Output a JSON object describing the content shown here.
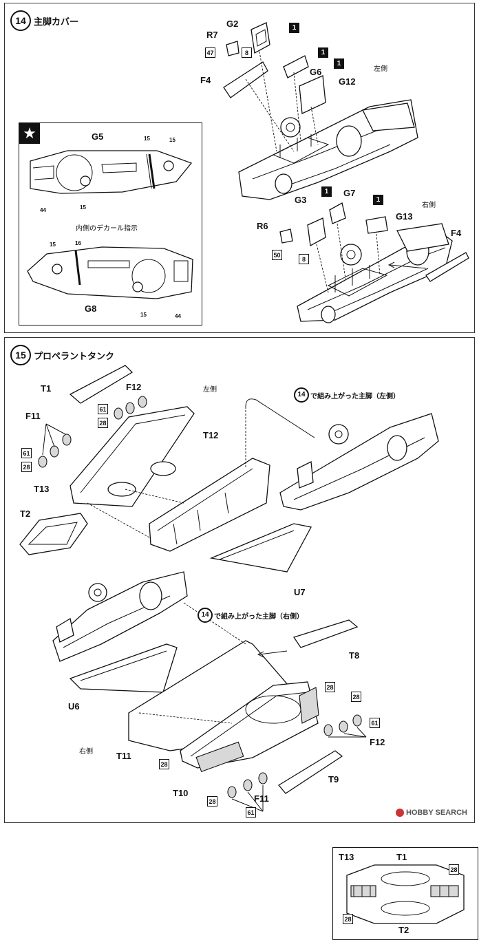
{
  "step14": {
    "number": "14",
    "title": "主脚カバー",
    "side_left": "左側",
    "side_right": "右側",
    "labels": {
      "G2": "G2",
      "R7": "R7",
      "F4_top": "F4",
      "G6": "G6",
      "G12": "G12",
      "G3": "G3",
      "G7": "G7",
      "G13": "G13",
      "R6": "R6",
      "F4_bottom": "F4"
    },
    "callouts": {
      "c1a": "1",
      "c1b": "1",
      "c1c": "1",
      "c1d": "1",
      "c1e": "1"
    },
    "decals": {
      "d47": "47",
      "d8a": "8",
      "d50": "50",
      "d8b": "8"
    },
    "star_panel": {
      "star": "★",
      "G5": "G5",
      "G8": "G8",
      "note": "内側のデカール指示",
      "n15a": "15",
      "n15b": "15",
      "n15c": "15",
      "n44a": "44",
      "n15d": "15",
      "n16": "16",
      "n15e": "15",
      "n44b": "44"
    }
  },
  "step15": {
    "number": "15",
    "title": "プロペラントタンク",
    "side_left": "左側",
    "side_right": "右側",
    "labels": {
      "T1": "T1",
      "F12_top": "F12",
      "F11_top": "F11",
      "T13": "T13",
      "T2": "T2",
      "T12": "T12",
      "U7": "U7",
      "U6": "U6",
      "T11": "T11",
      "T10": "T10",
      "F11_bottom": "F11",
      "T8": "T8",
      "F12_bottom": "F12",
      "T9": "T9"
    },
    "ref_left": "で組み上がった主脚（左側）",
    "ref_right": "で組み上がった主脚（右側）",
    "ref_num": "14",
    "decals": {
      "d61a": "61",
      "d28a": "28",
      "d61b": "61",
      "d28b": "28",
      "d28c": "28",
      "d28d": "28",
      "d61c": "61",
      "d28e": "28",
      "d28f": "28",
      "d61d": "61"
    },
    "inset": {
      "T13": "T13",
      "T1": "T1",
      "T2": "T2",
      "d28a": "28",
      "d28b": "28"
    }
  },
  "watermark": "HOBBY SEARCH"
}
